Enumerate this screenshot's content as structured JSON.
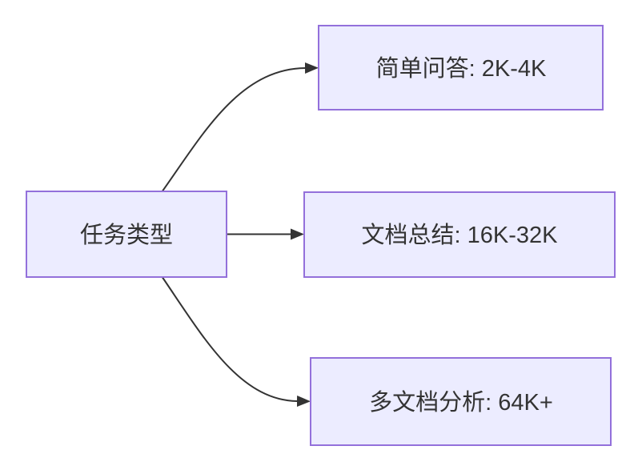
{
  "diagram": {
    "type": "flowchart-LR",
    "nodes": [
      {
        "id": "task-type",
        "label": "任务类型"
      },
      {
        "id": "simple-qa",
        "label": "简单问答: 2K-4K"
      },
      {
        "id": "doc-summary",
        "label": "文档总结: 16K-32K"
      },
      {
        "id": "multi-doc",
        "label": "多文档分析: 64K+"
      }
    ],
    "edges": [
      {
        "from": "task-type",
        "to": "simple-qa"
      },
      {
        "from": "task-type",
        "to": "doc-summary"
      },
      {
        "from": "task-type",
        "to": "multi-doc"
      }
    ],
    "colors": {
      "node_fill": "#ECECFF",
      "node_border": "#9370DB",
      "edge_line": "#333333",
      "label_text": "#333333",
      "background": "#FFFFFF"
    }
  }
}
